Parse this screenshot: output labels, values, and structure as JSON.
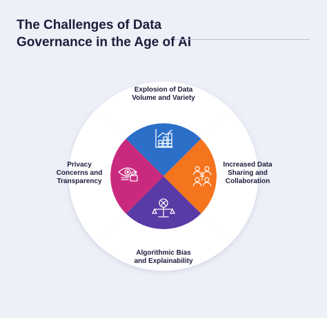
{
  "title": {
    "line1": "The Challenges of Data",
    "line2": "Governance in the Age of AI"
  },
  "colors": {
    "background": "#eef0f8",
    "segment_fill": "#ffffff",
    "top_wedge": "#2b6fc8",
    "left_wedge": "#c92a7e",
    "right_wedge": "#f5741e",
    "bottom_wedge": "#5a3aa4"
  },
  "segments": [
    {
      "position": "top",
      "line1": "Explosion of Data",
      "line2": "Volume and Variety",
      "icon": "bar-chart-icon"
    },
    {
      "position": "left",
      "line1": "Privacy",
      "line2": "Concerns and",
      "line3": "Transparency",
      "icon": "eye-lock-icon"
    },
    {
      "position": "right",
      "line1": "Increased Data",
      "line2": "Sharing and",
      "line3": "Collaboration",
      "icon": "network-users-icon"
    },
    {
      "position": "bottom",
      "line1": "Algorithmic Bias",
      "line2": "and Explainability",
      "icon": "balance-scale-icon"
    }
  ]
}
